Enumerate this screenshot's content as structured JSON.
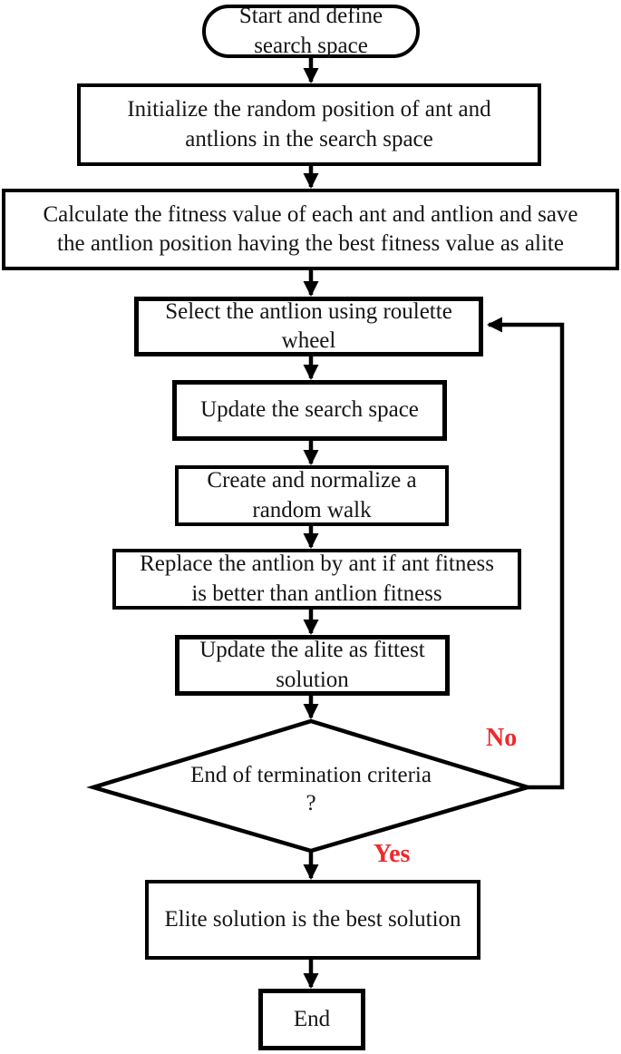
{
  "diagram": {
    "nodes": {
      "start": {
        "shape": "stadium",
        "label": "Start and define\nsearch space"
      },
      "init": {
        "shape": "rect",
        "label": "Initialize the random position of ant and\nantlions in the search space"
      },
      "calc": {
        "shape": "rect",
        "label": "Calculate the fitness value of each ant and antlion and save\nthe antlion position having the best fitness value as alite"
      },
      "select": {
        "shape": "rect",
        "label": "Select the antlion using roulette\nwheel"
      },
      "update_space": {
        "shape": "rect",
        "label": "Update the search space"
      },
      "random_walk": {
        "shape": "rect",
        "label": "Create and normalize a\nrandom walk"
      },
      "replace": {
        "shape": "rect",
        "label": "Replace the antlion by ant if ant fitness\nis better than antlion fitness"
      },
      "update_elite": {
        "shape": "rect",
        "label": "Update the alite as fittest\nsolution"
      },
      "termination": {
        "shape": "diamond",
        "label": "End of termination criteria\n?"
      },
      "elite": {
        "shape": "rect",
        "label": "Elite solution is the best solution"
      },
      "end": {
        "shape": "rect",
        "label": "End"
      }
    },
    "edge_labels": {
      "no": "No",
      "yes": "Yes"
    },
    "colors": {
      "stroke": "#000000",
      "text": "#151515",
      "decision_label_red": "#ec2a2e",
      "background": "#ffffff"
    }
  }
}
